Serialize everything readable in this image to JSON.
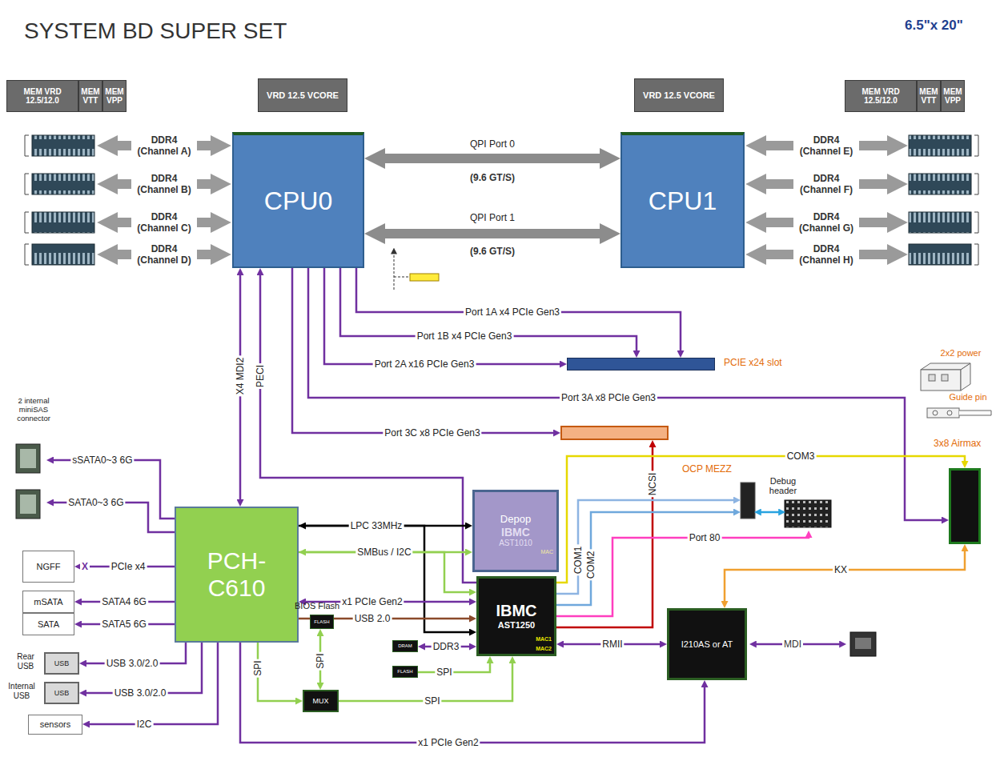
{
  "diagram": {
    "title": "SYSTEM BD SUPER SET",
    "nodes": [
      {
        "text": [
          "MEM VRD 12.5/12.0"
        ]
      },
      {
        "text": [
          "MEM VTT"
        ]
      },
      {
        "text": [
          "MEM VPP"
        ]
      },
      {
        "text": [
          "VRD 12.5 VCORE"
        ]
      },
      {
        "text": [
          "VRD 12.5 VCORE"
        ]
      },
      {
        "text": [
          "MEM VRD 12.5/12.0"
        ]
      },
      {
        "text": [
          "MEM VTT"
        ]
      },
      {
        "text": [
          "MEM VPP"
        ]
      },
      {
        "text": [
          "CPU0"
        ]
      },
      {
        "text": [
          "CPU1"
        ]
      },
      {
        "text": [
          "PCIE x24 slot"
        ]
      },
      {
        "text": [
          "OCP MEZZ"
        ]
      },
      {
        "text": [
          "3x8 Airmax"
        ]
      },
      {
        "text": [
          "2 internal miniSAS connector"
        ]
      },
      {
        "text": [
          "PCH-C610"
        ]
      },
      {
        "text": [
          "NGFF"
        ]
      },
      {
        "text": [
          "mSATA"
        ]
      },
      {
        "text": [
          "SATA"
        ]
      },
      {
        "text": [
          "Rear USB",
          "USB"
        ]
      },
      {
        "text": [
          "Internal USB",
          "USB"
        ]
      },
      {
        "text": [
          "sensors"
        ]
      },
      {
        "text": [
          "Depop",
          "IBMC",
          "AST1010",
          "MAC"
        ]
      },
      {
        "text": [
          "IBMC",
          "AST1250",
          "MAC1",
          "MAC2"
        ]
      },
      {
        "text": [
          "I210AS or AT"
        ]
      },
      {
        "text": [
          "Debug header"
        ]
      },
      {
        "text": [
          "BIOS Flash",
          "FLASH"
        ]
      },
      {
        "text": [
          "MUX"
        ]
      },
      {
        "text": [
          "DRAM"
        ]
      },
      {
        "text": [
          "FLASH"
        ]
      },
      {
        "text": [
          "2x2 power"
        ]
      },
      {
        "text": [
          "Guide pin"
        ]
      }
    ],
    "edges": [
      {
        "from": 8,
        "to": 9,
        "arrow": "both",
        "label": "QPI Port 0"
      },
      {
        "from": 8,
        "to": 9,
        "arrow": "both",
        "label": "QPI Port 1"
      },
      {
        "from": 8,
        "to": 10,
        "arrow": "to",
        "label": "Port 1A x4 PCIe Gen3"
      },
      {
        "from": 8,
        "to": 10,
        "arrow": "to",
        "label": "Port 1B x4 PCIe Gen3"
      },
      {
        "from": 8,
        "to": 10,
        "arrow": "to",
        "label": "Port 2A x16 PCIe Gen3"
      },
      {
        "from": 8,
        "to": 12,
        "arrow": "to",
        "label": "Port 3A x8 PCIe Gen3"
      },
      {
        "from": 8,
        "to": 11,
        "arrow": "to",
        "label": "Port 3C x8 PCIe Gen3"
      },
      {
        "from": 14,
        "to": 8,
        "arrow": "both",
        "label": "X4 MDI2"
      },
      {
        "from": 22,
        "to": 8,
        "arrow": "to",
        "label": "PECI"
      },
      {
        "from": 14,
        "to": 13,
        "arrow": "to",
        "label": "sSATA0~3 6G"
      },
      {
        "from": 14,
        "to": 13,
        "arrow": "to",
        "label": "SATA0~3 6G"
      },
      {
        "from": 14,
        "to": 15,
        "arrow": "to",
        "label": "PCIe x4"
      },
      {
        "from": 14,
        "to": 16,
        "arrow": "to",
        "label": "SATA4 6G"
      },
      {
        "from": 14,
        "to": 17,
        "arrow": "to",
        "label": "SATA5 6G"
      },
      {
        "from": 14,
        "to": 18,
        "arrow": "to",
        "label": "USB 3.0/2.0"
      },
      {
        "from": 14,
        "to": 19,
        "arrow": "to",
        "label": "USB 3.0/2.0"
      },
      {
        "from": 14,
        "to": 20,
        "arrow": "to",
        "label": "I2C"
      },
      {
        "from": 14,
        "to": 21,
        "arrow": "both",
        "label": "LPC 33MHz"
      },
      {
        "from": 14,
        "to": 22,
        "arrow": "to"
      },
      {
        "from": 14,
        "to": 21,
        "arrow": "both",
        "label": "SMBus / I2C"
      },
      {
        "from": 14,
        "to": 22,
        "arrow": "to"
      },
      {
        "from": 14,
        "to": 22,
        "arrow": "both",
        "label": "x1 PCIe Gen2"
      },
      {
        "from": 14,
        "to": 22,
        "arrow": "to",
        "label": "USB 2.0"
      },
      {
        "from": 14,
        "to": 26,
        "arrow": "to",
        "label": "SPI"
      },
      {
        "from": 25,
        "to": 26,
        "arrow": "both",
        "label": "SPI"
      },
      {
        "from": 26,
        "to": 22,
        "arrow": "to",
        "label": "SPI"
      },
      {
        "from": 27,
        "to": 22,
        "arrow": "both",
        "label": "DDR3"
      },
      {
        "from": 28,
        "to": 22,
        "arrow": "to",
        "label": "SPI"
      },
      {
        "from": 14,
        "to": 23,
        "arrow": "to",
        "label": "x1 PCIe Gen2"
      },
      {
        "from": 22,
        "to": 23,
        "arrow": "both",
        "label": "RMII"
      },
      {
        "from": 22,
        "to": 11,
        "arrow": "to",
        "label": "NCSI"
      },
      {
        "from": 23,
        "to": 12,
        "arrow": "both",
        "label": "KX"
      },
      {
        "from": 22,
        "to": 24,
        "arrow": "to",
        "label": "COM1"
      },
      {
        "from": 22,
        "to": 24,
        "arrow": "to",
        "label": "COM2"
      },
      {
        "from": 22,
        "to": 24,
        "arrow": "to",
        "label": "Port 80"
      },
      {
        "from": 22,
        "to": 12,
        "arrow": "to",
        "label": "COM3"
      }
    ],
    "labels": [
      "6.5\"x 20\"",
      "DDR4 (Channel A)",
      "DDR4 (Channel B)",
      "DDR4 (Channel C)",
      "DDR4 (Channel D)",
      "DDR4 (Channel E)",
      "DDR4 (Channel F)",
      "DDR4 (Channel G)",
      "DDR4 (Channel H)",
      "(9.6 GT/S)",
      "(9.6 GT/S)",
      "X",
      "MDI"
    ]
  }
}
